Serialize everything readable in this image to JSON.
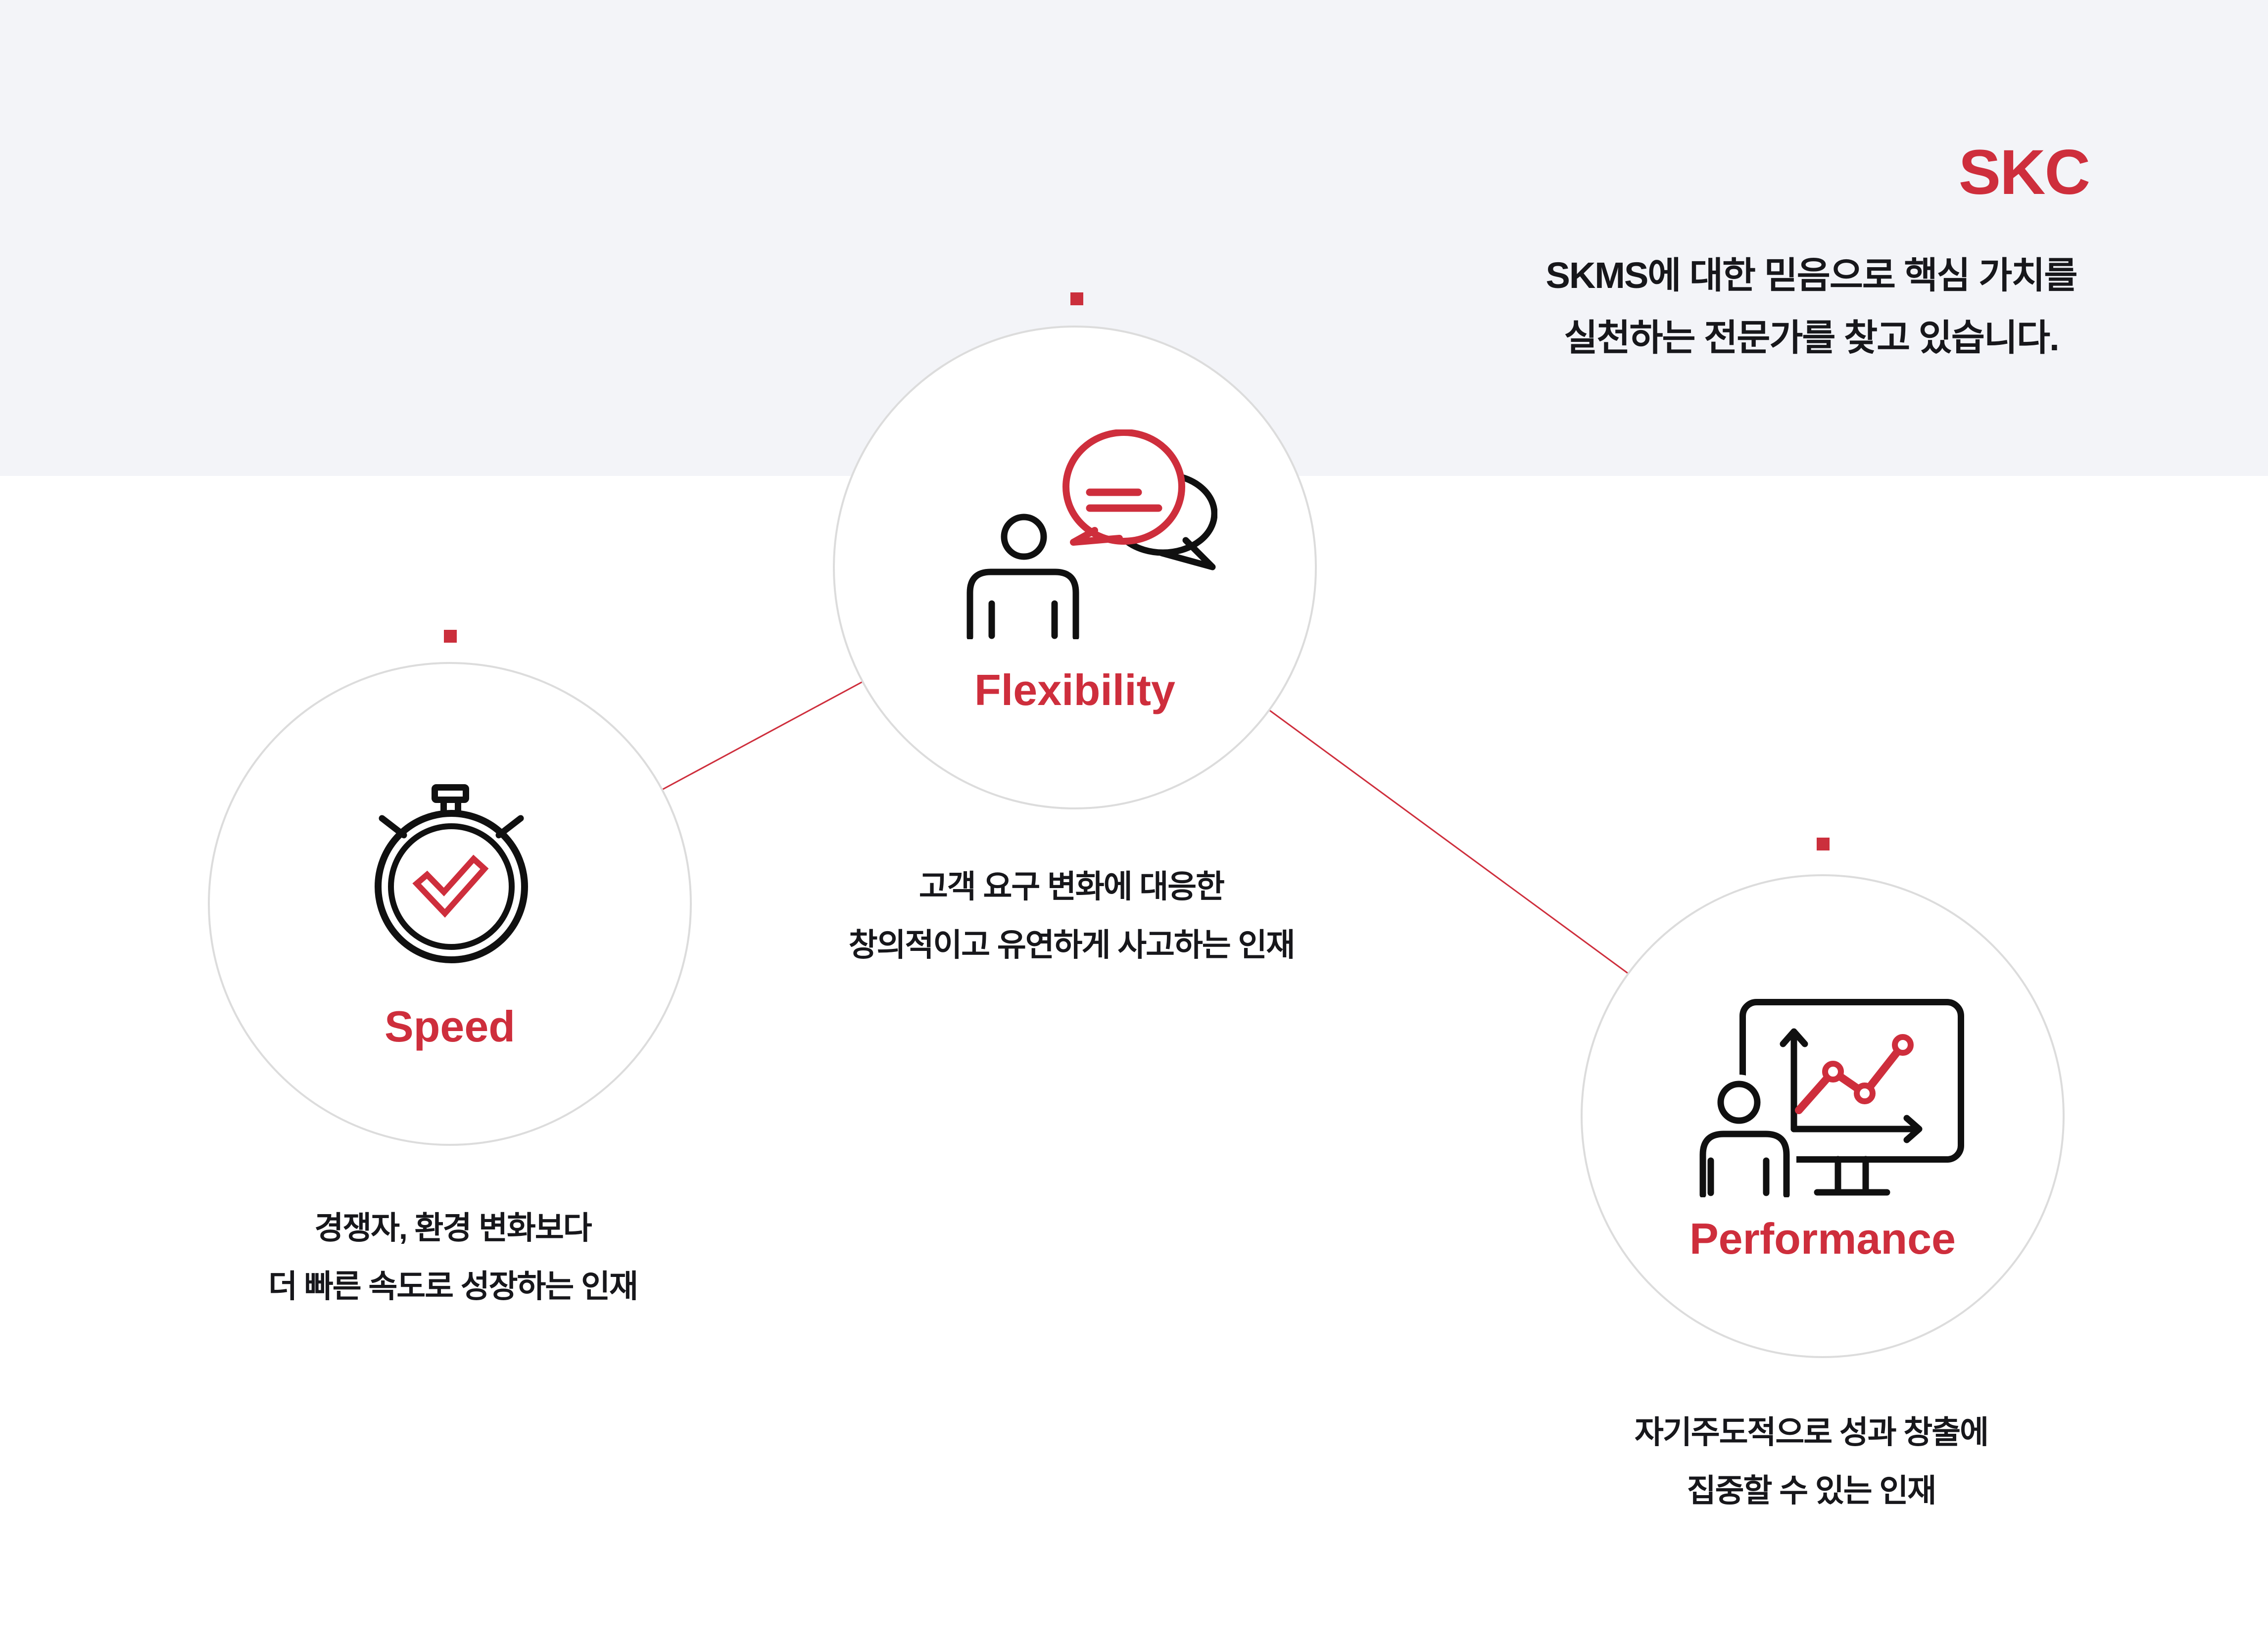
{
  "header": {
    "brand": "SKC",
    "tagline_line1": "SKMS에 대한 믿음으로 핵심 가치를",
    "tagline_line2": "실천하는 전문가를 찾고 있습니다."
  },
  "values": [
    {
      "id": "speed",
      "label": "Speed",
      "icon": "stopwatch-check-icon",
      "desc_line1": "경쟁자, 환경 변화보다",
      "desc_line2": "더 빠른 속도로 성장하는 인재"
    },
    {
      "id": "flexibility",
      "label": "Flexibility",
      "icon": "person-speech-bubbles-icon",
      "desc_line1": "고객 요구 변화에 대응한",
      "desc_line2": "창의적이고 유연하게 사고하는 인재"
    },
    {
      "id": "performance",
      "label": "Performance",
      "icon": "person-chart-monitor-icon",
      "desc_line1": "자기주도적으로 성과 창출에",
      "desc_line2": "집중할 수 있는 인재"
    }
  ],
  "colors": {
    "accent_red": "#ce2e3c",
    "marker_red": "#cb2f3c",
    "icon_black": "#101010",
    "text_black": "#17171b",
    "top_band_background": "#f3f4f8",
    "circle_border": "#dcdcdc",
    "page_background": "#ffffff"
  }
}
